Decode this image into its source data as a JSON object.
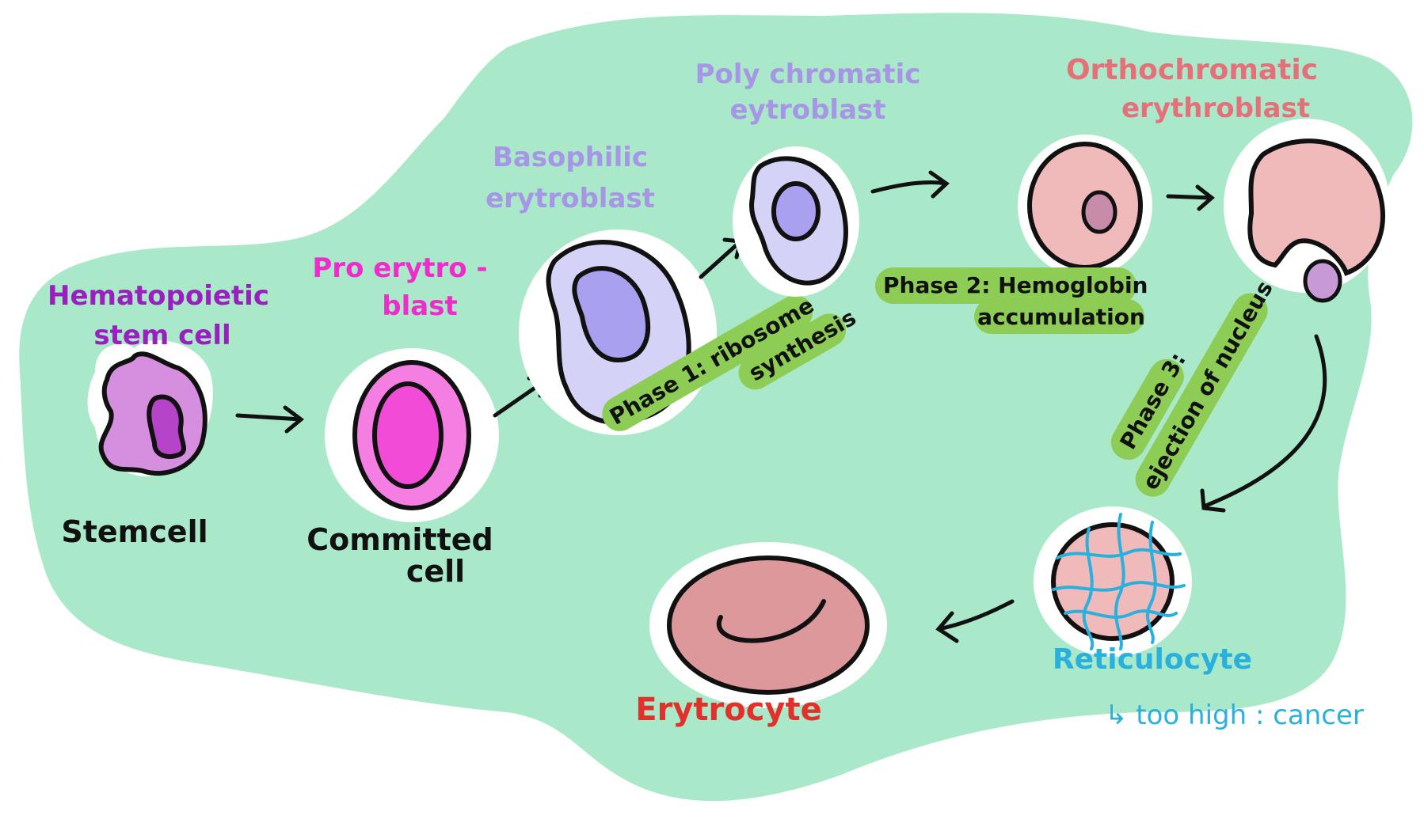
{
  "colors": {
    "background_blob": "#a9e9c9",
    "highlight": "#8dcc55",
    "outline": "#111111",
    "stem_label": "#9b1fbf",
    "pro_label": "#ef2ccb",
    "baso_label": "#a795e6",
    "poly_label": "#a795e6",
    "ortho_label": "#e5707a",
    "reti_label": "#2ab0dd",
    "ery_label": "#e0322a"
  },
  "stages": {
    "hematopoietic": {
      "title_line1": "Hematopoietic",
      "title_line2": "stem cell",
      "caption": "Stemcell"
    },
    "proerythroblast": {
      "title_line1": "Pro erytro -",
      "title_line2": "blast",
      "caption_line1": "Committed",
      "caption_line2": "cell"
    },
    "basophilic": {
      "title_line1": "Basophilic",
      "title_line2": "erytroblast"
    },
    "polychromatic": {
      "title_line1": "Poly chromatic",
      "title_line2": "eytroblast"
    },
    "orthochromatic": {
      "title_line1": "Orthochromatic",
      "title_line2": "erythroblast"
    },
    "reticulocyte": {
      "title": "Reticulocyte",
      "note": "↳ too high : cancer"
    },
    "erythrocyte": {
      "title": "Erytrocyte"
    }
  },
  "phases": {
    "phase1": {
      "line1": "Phase 1: ribosome",
      "line2": "synthesis"
    },
    "phase2": {
      "line1": "Phase 2: Hemoglobin",
      "line2": "accumulation"
    },
    "phase3": {
      "line1": "Phase 3:",
      "line2": "ejection of nucleus"
    }
  }
}
